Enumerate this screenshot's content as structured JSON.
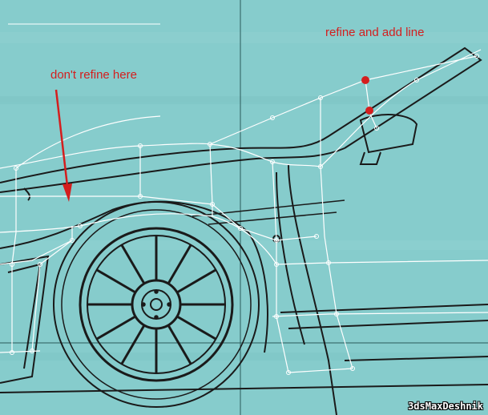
{
  "annotations": {
    "refine_label": "refine and add line",
    "dont_refine_label": "don't refine here"
  },
  "watermark": "3dsMaxDeshnik",
  "colors": {
    "background": "#86cccc",
    "blueprint_lines": "#1a1a1a",
    "spline_lines": "#ffffff",
    "annotation": "#d41e1e",
    "point_marker": "#d41e1e"
  },
  "icons": [
    "arrow-down-icon",
    "vertex-marker-icon"
  ]
}
